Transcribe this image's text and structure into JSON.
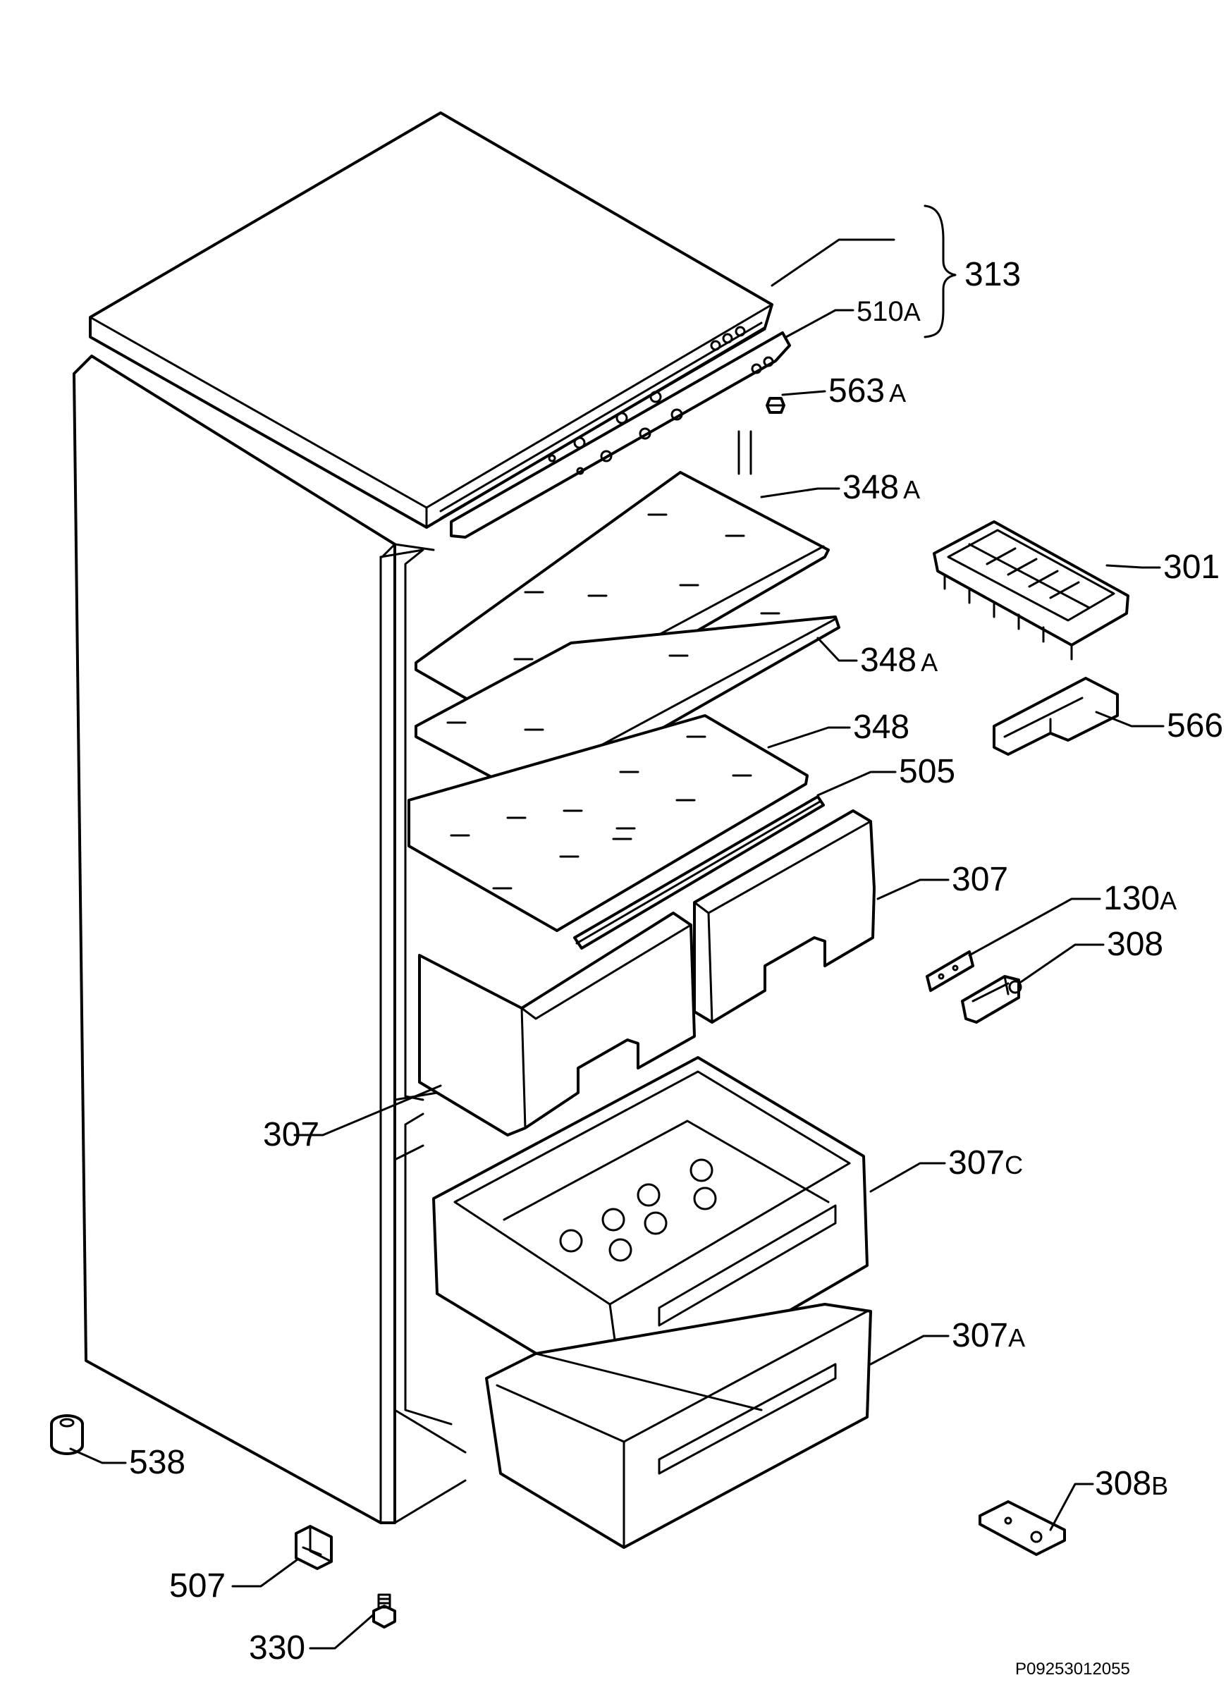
{
  "reference_code": "P09253012055",
  "callouts": {
    "c313": {
      "num": "313",
      "suffix": ""
    },
    "c510a": {
      "num": "510",
      "suffix": "A"
    },
    "c563a": {
      "num": "563",
      "suffix": "A"
    },
    "c348a_top": {
      "num": "348",
      "suffix": "A"
    },
    "c301": {
      "num": "301",
      "suffix": ""
    },
    "c348a_mid": {
      "num": "348",
      "suffix": "A"
    },
    "c566": {
      "num": "566",
      "suffix": ""
    },
    "c348": {
      "num": "348",
      "suffix": ""
    },
    "c505": {
      "num": "505",
      "suffix": ""
    },
    "c307_right": {
      "num": "307",
      "suffix": ""
    },
    "c130a": {
      "num": "130",
      "suffix": "A"
    },
    "c308": {
      "num": "308",
      "suffix": ""
    },
    "c307_left": {
      "num": "307",
      "suffix": ""
    },
    "c307c": {
      "num": "307",
      "suffix": "C"
    },
    "c307a": {
      "num": "307",
      "suffix": "A"
    },
    "c538": {
      "num": "538",
      "suffix": ""
    },
    "c308b": {
      "num": "308",
      "suffix": "B"
    },
    "c507": {
      "num": "507",
      "suffix": ""
    },
    "c330": {
      "num": "330",
      "suffix": ""
    }
  }
}
